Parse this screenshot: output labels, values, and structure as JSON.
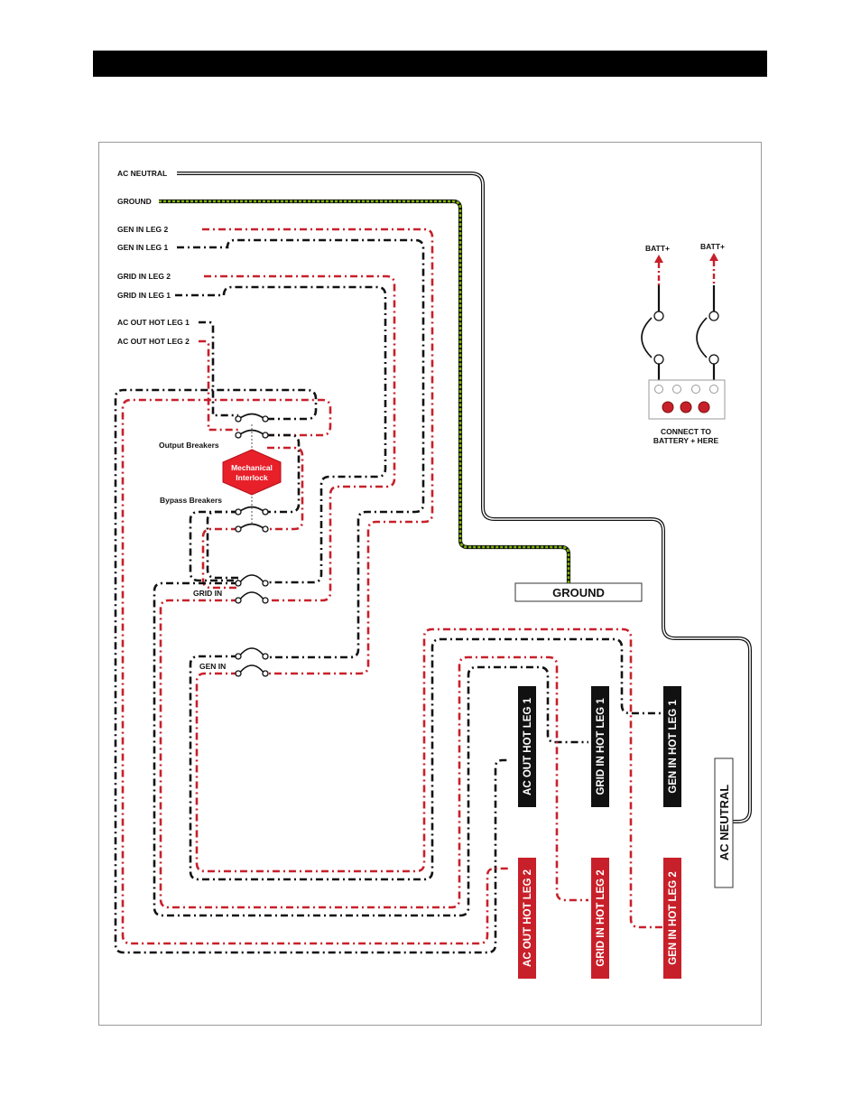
{
  "wire_labels": {
    "ac_neutral": "AC NEUTRAL",
    "ground": "GROUND",
    "gen_in_leg_2": "GEN IN LEG 2",
    "gen_in_leg_1": "GEN IN LEG 1",
    "grid_in_leg_2": "GRID IN LEG 2",
    "grid_in_leg_1": "GRID IN LEG 1",
    "ac_out_hot_leg_1": "AC OUT HOT LEG 1",
    "ac_out_hot_leg_2": "AC OUT HOT LEG 2"
  },
  "breaker_labels": {
    "output": "Output Breakers",
    "bypass": "Bypass Breakers",
    "grid_in": "GRID IN",
    "gen_in": "GEN IN"
  },
  "interlock": {
    "line1": "Mechanical",
    "line2": "Interlock",
    "color": "#e8202a"
  },
  "battery": {
    "batt_left": "BATT+",
    "batt_right": "BATT+",
    "connect_line1": "CONNECT TO",
    "connect_line2": "BATTERY + HERE"
  },
  "bus_labels": {
    "ground": "GROUND",
    "ac_neutral": "AC NEUTRAL"
  },
  "terminals": {
    "ac_out_hot_leg_1": "AC OUT HOT LEG 1",
    "grid_in_hot_leg_1": "GRID IN HOT LEG 1",
    "gen_in_hot_leg_1": "GEN IN HOT LEG 1",
    "ac_out_hot_leg_2": "AC OUT HOT LEG 2",
    "grid_in_hot_leg_2": "GRID IN HOT LEG 2",
    "gen_in_hot_leg_2": "GEN IN HOT LEG  2"
  },
  "colors": {
    "leg1": "#111111",
    "leg2": "#c8202a",
    "ground": "#7fb800",
    "terminal_red": "#c8202a",
    "terminal_black": "#111111"
  }
}
